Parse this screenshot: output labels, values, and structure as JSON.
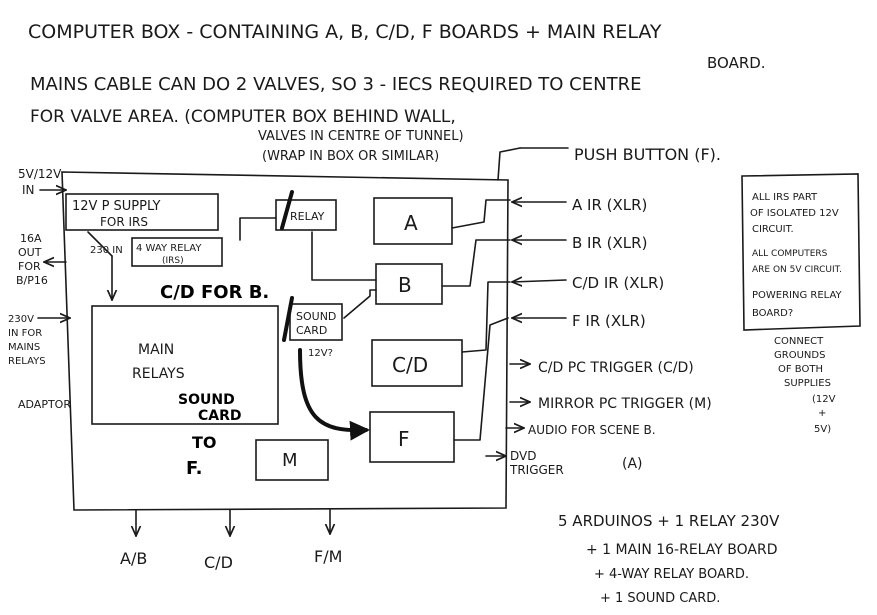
{
  "heading": {
    "line1a": "COMPUTER BOX - CONTAINING A, B, C/D, F BOARDS + MAIN RELAY",
    "line1b": "BOARD.",
    "line2": "MAINS CABLE CAN DO 2 VALVES, SO 3 - IECS REQUIRED TO CENTRE",
    "line3": "FOR VALVE AREA. (COMPUTER BOX BEHIND WALL,",
    "line4": "VALVES IN CENTRE OF TUNNEL)",
    "line5": "(WRAP IN BOX OR SIMILAR)"
  },
  "left_labels": {
    "power_in": [
      "5V/12V",
      "IN"
    ],
    "out_16a": [
      "16A",
      "OUT",
      "FOR",
      "B/P16"
    ],
    "in_230v": [
      "230V",
      "IN FOR",
      "MAINS",
      "RELAYS"
    ],
    "adaptor": "ADAPTOR"
  },
  "boxes": {
    "psu": [
      "12V P SUPPLY",
      "FOR IRS"
    ],
    "psu_230": "230 IN",
    "four_way_relay": [
      "4 WAY RELAY",
      "(IRS)"
    ],
    "relay": "RELAY",
    "a": "A",
    "b": "B",
    "cd": "C/D",
    "f": "F",
    "m": "M",
    "main_relays": [
      "MAIN",
      "RELAYS"
    ],
    "sound_card": [
      "SOUND",
      "CARD"
    ],
    "sound_card_12v": "12V?"
  },
  "bold_notes": {
    "cd_for_b": "C/D FOR B.",
    "sound_card": [
      "SOUND",
      "CARD"
    ],
    "to_f": [
      "TO",
      "F."
    ]
  },
  "outputs": {
    "push_button": "PUSH BUTTON (F).",
    "a_ir": "A IR (XLR)",
    "b_ir": "B IR (XLR)",
    "cd_ir": "C/D IR (XLR)",
    "f_ir": "F IR (XLR)",
    "cd_pc_trigger": "C/D PC TRIGGER (C/D)",
    "mirror_pc_trigger": "MIRROR PC TRIGGER (M)",
    "audio_scene_b": "AUDIO FOR SCENE B.",
    "dvd_trigger": [
      "DVD",
      "TRIGGER"
    ],
    "dvd_trigger_a": "(A)"
  },
  "bottom_outputs": [
    "A/B",
    "C/D",
    "F/M"
  ],
  "side_note": [
    "ALL IRS PART",
    "OF ISOLATED 12V",
    "CIRCUIT.",
    "ALL COMPUTERS",
    "ARE ON 5V CIRCUIT.",
    "POWERING RELAY",
    "BOARD?"
  ],
  "grounds_note": [
    "CONNECT",
    "GROUNDS",
    "OF BOTH",
    "SUPPLIES",
    "(12V",
    "+",
    "5V)"
  ],
  "summary": [
    "5 ARDUINOS + 1 RELAY 230V",
    "+ 1 MAIN 16-RELAY BOARD",
    "+ 4-WAY RELAY BOARD.",
    "+ 1 SOUND CARD."
  ]
}
